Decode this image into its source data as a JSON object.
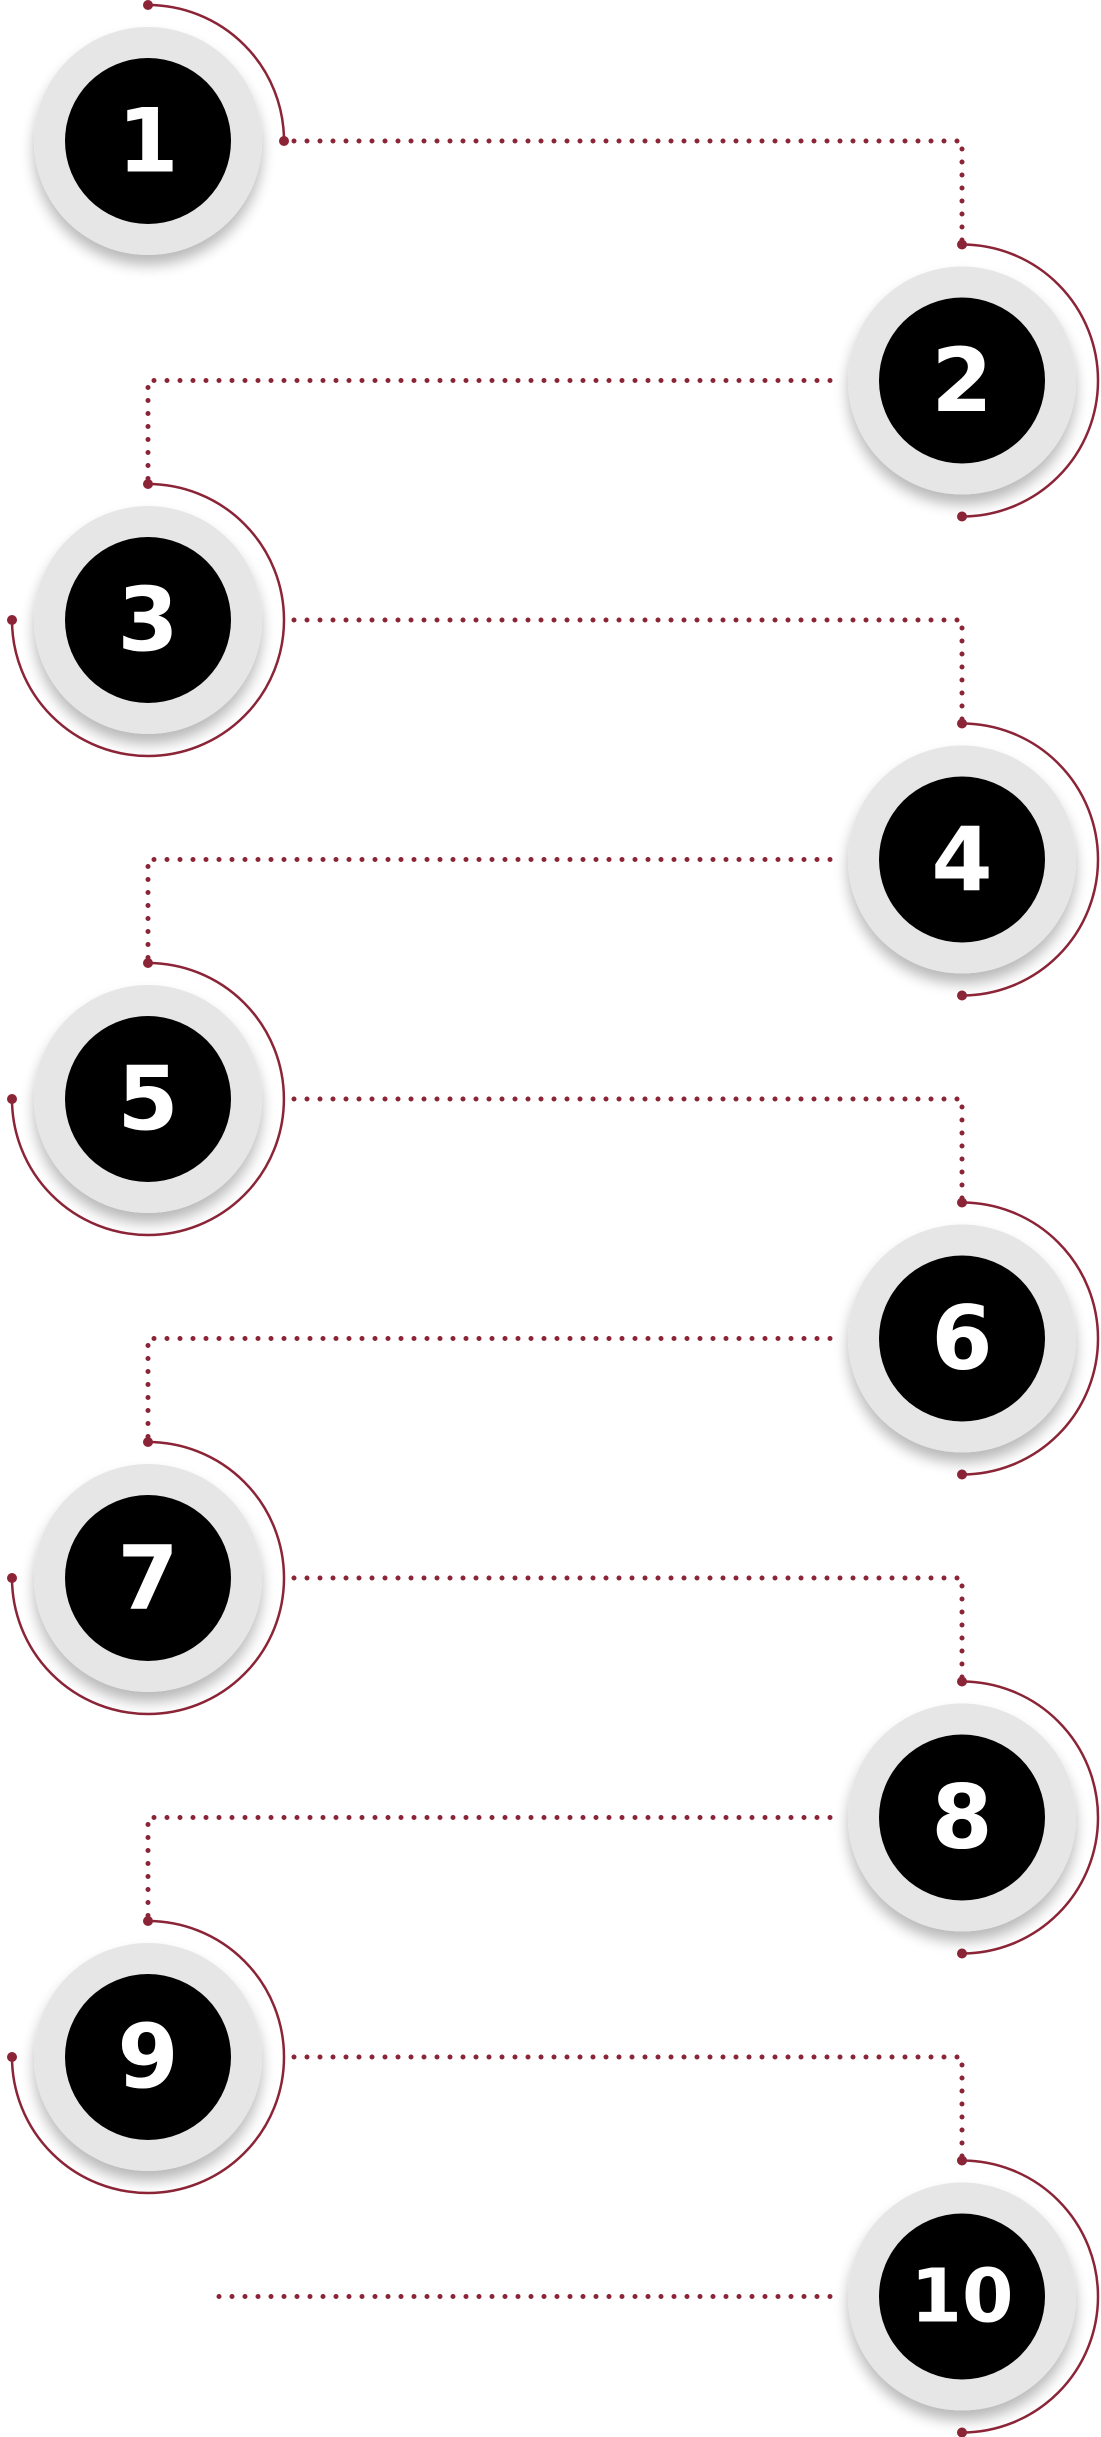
{
  "colors": {
    "accent": "#8B2436",
    "disc": "#000000",
    "ring": "#E6E6E6",
    "shadow": "#CFCFCF",
    "number": "#FFFFFF",
    "background": "#FFFFFF"
  },
  "steps": [
    {
      "number": "1",
      "side": "left"
    },
    {
      "number": "2",
      "side": "right"
    },
    {
      "number": "3",
      "side": "left"
    },
    {
      "number": "4",
      "side": "right"
    },
    {
      "number": "5",
      "side": "left"
    },
    {
      "number": "6",
      "side": "right"
    },
    {
      "number": "7",
      "side": "left"
    },
    {
      "number": "8",
      "side": "right"
    },
    {
      "number": "9",
      "side": "left"
    },
    {
      "number": "10",
      "side": "right"
    }
  ]
}
